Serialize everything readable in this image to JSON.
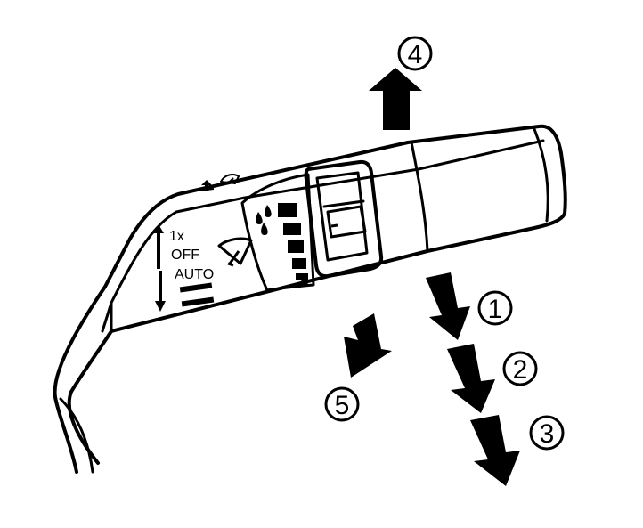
{
  "diagram": {
    "stalk_labels": {
      "mist": "1x",
      "off": "OFF",
      "auto": "AUTO"
    },
    "callouts": [
      "4",
      "1",
      "2",
      "3",
      "5"
    ]
  },
  "colors": {
    "ink": "#000000",
    "paper": "#ffffff"
  },
  "icons": [
    "washer-icon",
    "rear-wiper-icon",
    "windshield-wiper-icon",
    "rain-drop-icon"
  ]
}
